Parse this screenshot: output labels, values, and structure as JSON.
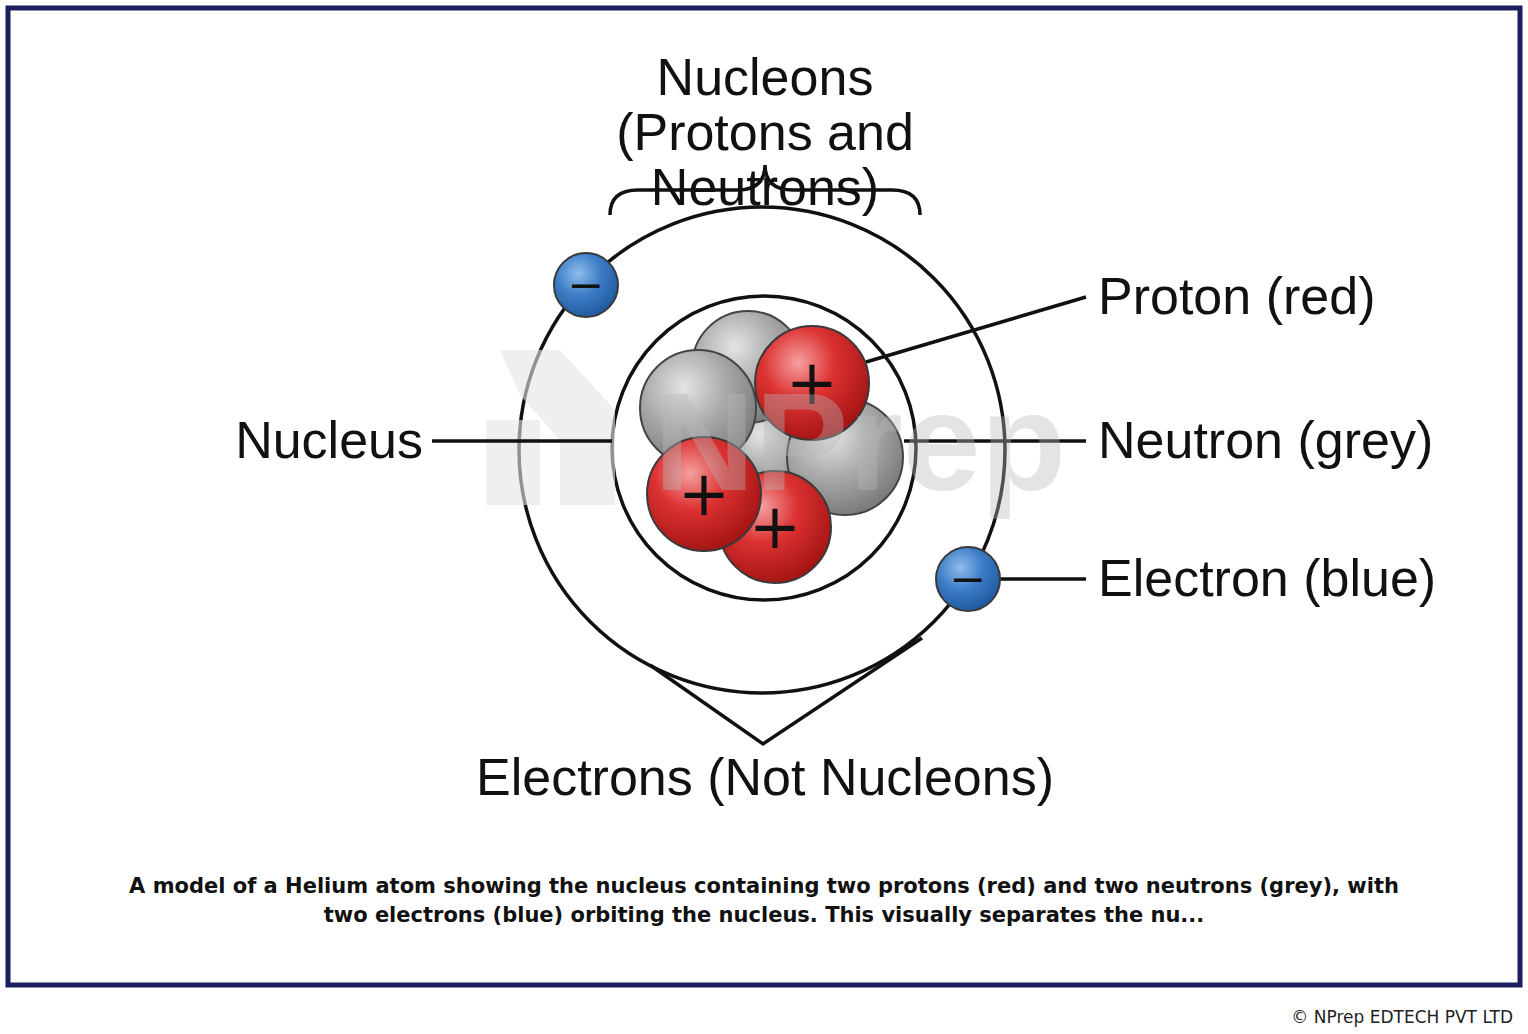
{
  "diagram": {
    "caption": "A model of a Helium atom showing the nucleus containing two protons (red) and two neutrons (grey), with two electrons (blue) orbiting the nucleus. This visually separates the nu...",
    "nodes": [
      {
        "text": [
          "−"
        ]
      },
      {
        "text": [
          "+"
        ]
      },
      {
        "text": [
          "+"
        ]
      },
      {
        "text": [
          "+"
        ]
      },
      {
        "text": [
          "−"
        ]
      }
    ],
    "labels": [
      "Nucleons (Protons and Neutrons)",
      "Proton (red)",
      "Nucleus",
      "Neutron (grey)",
      "Electron (blue)",
      "Electrons (Not Nucleons)",
      "NPrep",
      "© NPrep EDTECH PVT LTD"
    ]
  }
}
